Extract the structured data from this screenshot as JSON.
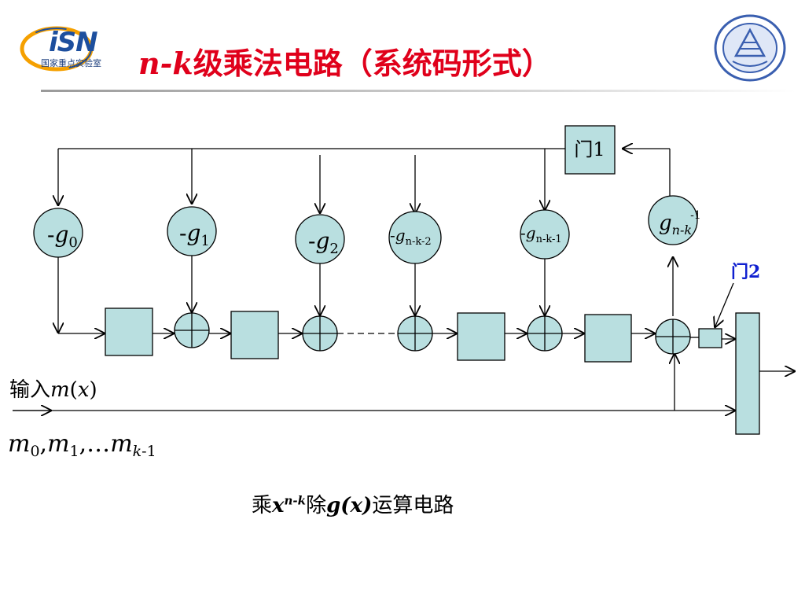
{
  "header": {
    "logo_text": "iSN",
    "logo_subtitle": "国家重点实验室",
    "title_prefix": "n-k",
    "title_main": "级乘法电路（系统码形式）"
  },
  "gates": {
    "gate1_label": "门1",
    "gate2_label": "门2"
  },
  "coefficients": [
    {
      "sign": "-",
      "base": "g",
      "sub": "0"
    },
    {
      "sign": "-",
      "base": "g",
      "sub": "1"
    },
    {
      "sign": "-",
      "base": "g",
      "sub": "2"
    },
    {
      "sign": "-",
      "base": "g",
      "sub": "n-k-2"
    },
    {
      "sign": "-",
      "base": "g",
      "sub": "n-k-1"
    },
    {
      "sign": "",
      "base": "g",
      "sub": "n-k",
      "sup": "-1"
    }
  ],
  "input": {
    "label_text": "输入",
    "label_math": "m(x)",
    "sequence": "m0,m1,…mk-1"
  },
  "caption": {
    "prefix": "乘",
    "x": "x",
    "exp": "n-k",
    "mid": "除",
    "gx": "g(x)",
    "suffix": "运算电路"
  },
  "colors": {
    "title": "#e0001b",
    "fill": "#b9dfe0",
    "gate2_label": "#1020d0"
  }
}
